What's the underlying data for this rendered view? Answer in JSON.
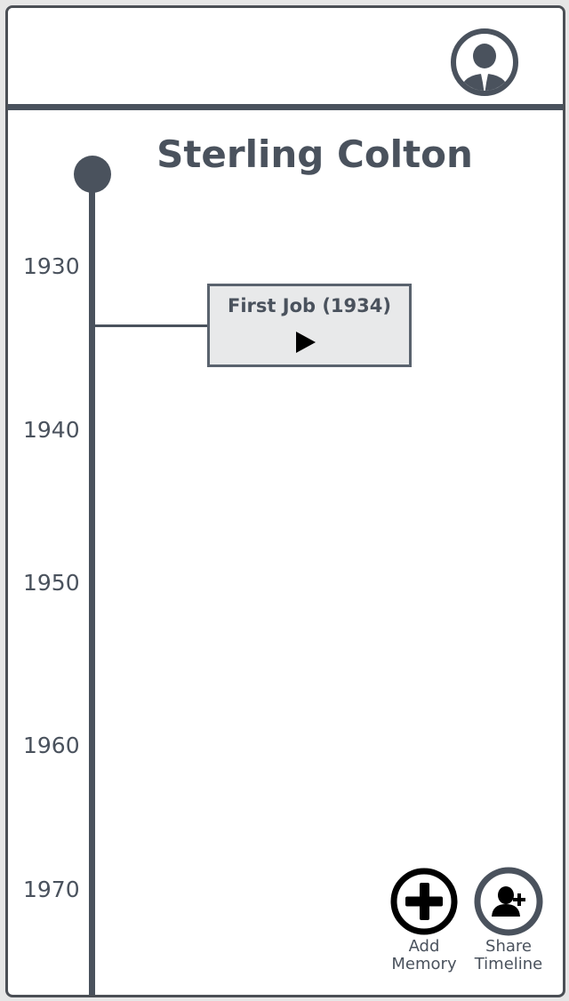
{
  "header": {
    "profile_icon": "user-avatar-icon"
  },
  "timeline": {
    "person_name": "Sterling Colton",
    "years": [
      "1930",
      "1940",
      "1950",
      "1960",
      "1970"
    ],
    "memories": [
      {
        "title": "First Job (1934)",
        "icon": "play-icon"
      }
    ]
  },
  "actions": {
    "add_memory": {
      "label_line1": "Add",
      "label_line2": "Memory",
      "icon": "plus-circle-icon"
    },
    "share_timeline": {
      "label_line1": "Share",
      "label_line2": "Timeline",
      "icon": "add-user-icon"
    }
  },
  "colors": {
    "primary": "#4a525d",
    "card_background": "#e8e9ea",
    "background": "#ffffff"
  }
}
